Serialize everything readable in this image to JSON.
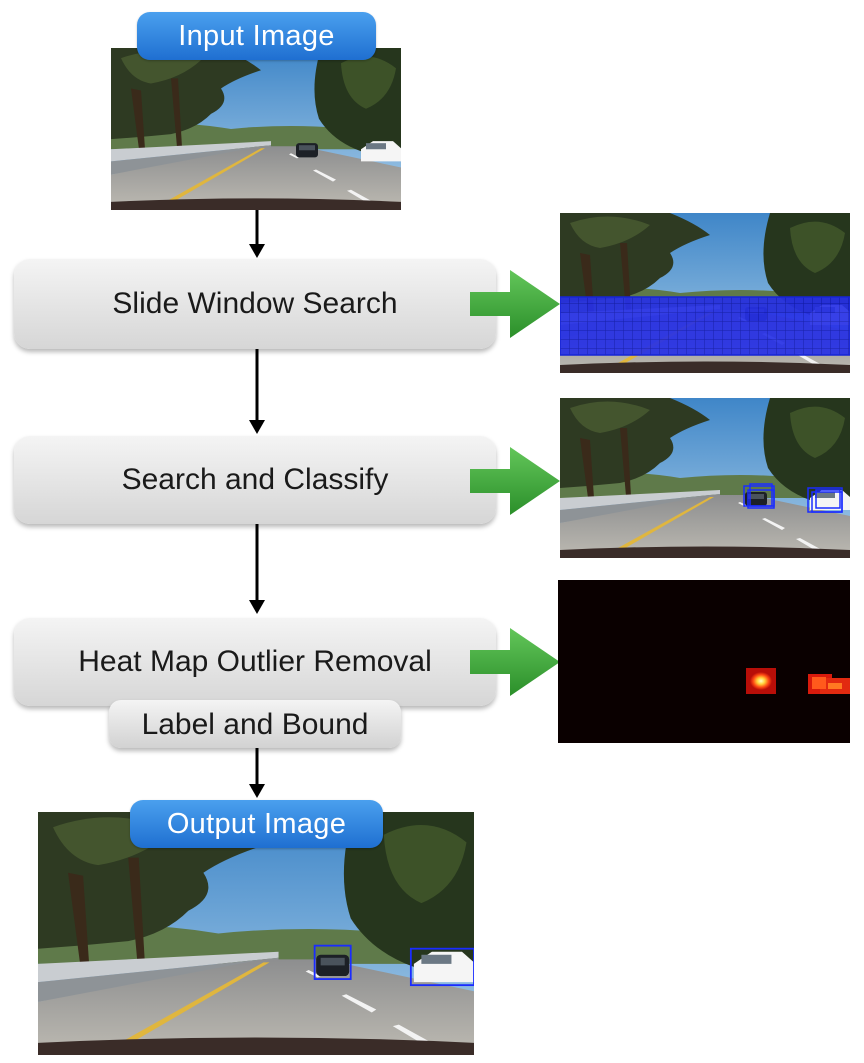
{
  "input_label": "Input Image",
  "output_label": "Output Image",
  "stages": {
    "slide_window": "Slide Window Search",
    "search_classify": "Search and Classify",
    "heatmap": "Heat Map Outlier Removal",
    "label_bound": "Label and Bound"
  },
  "colors": {
    "pill_blue": "#2f85e0",
    "arrow_green": "#3ea83a",
    "box_blue": "#1a2cff",
    "heat_background": "#0a0000"
  }
}
